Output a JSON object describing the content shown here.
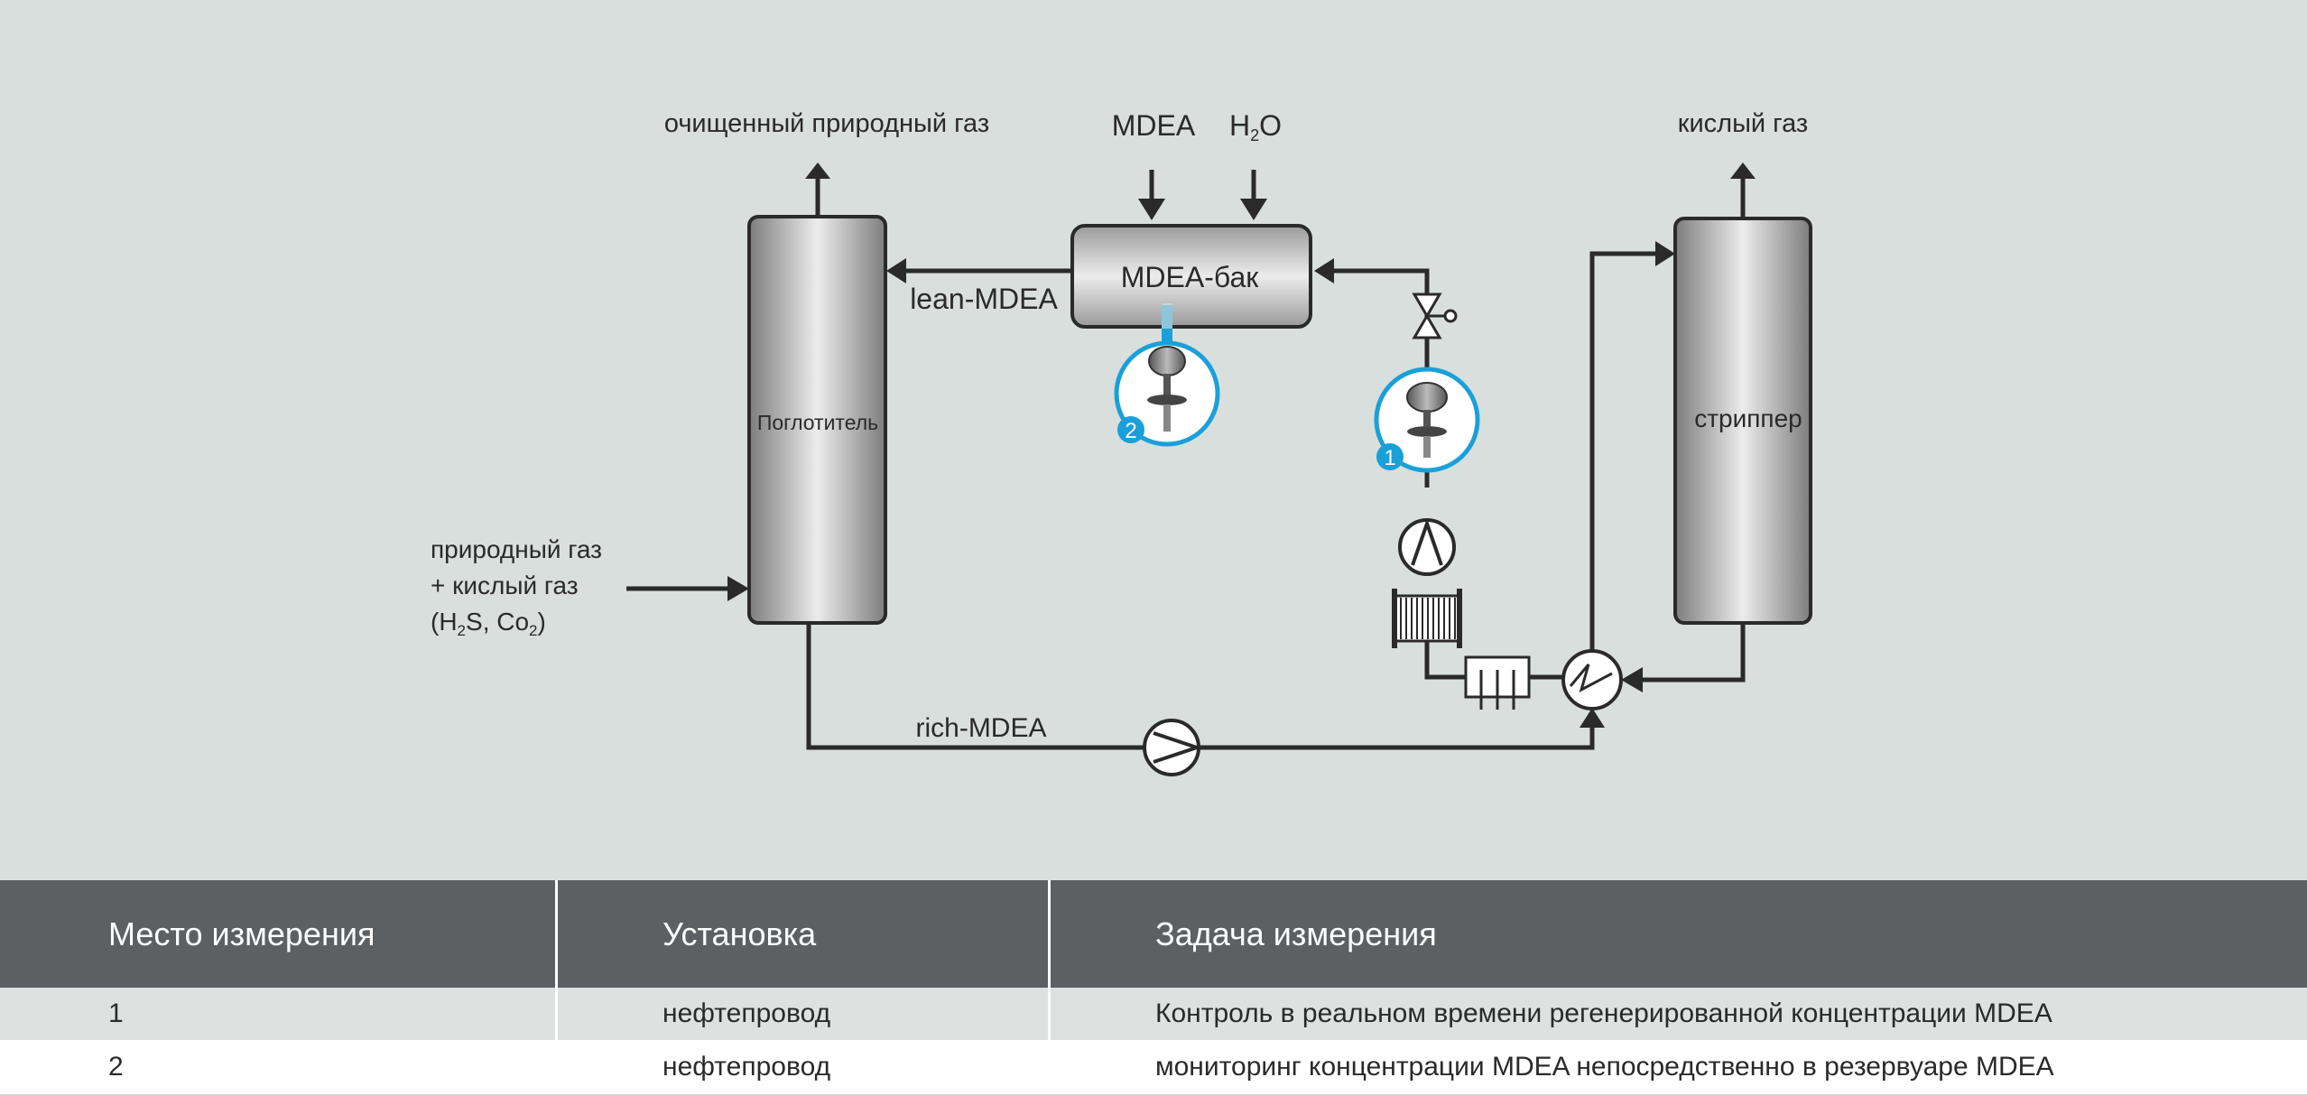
{
  "diagram": {
    "labels": {
      "clean_gas": "очищенный природный газ",
      "mdea": "MDEA",
      "h2o_base": "H",
      "h2o_sub": "2",
      "h2o_tail": "O",
      "acid_gas": "кислый газ",
      "tank": "MDEA-бак",
      "lean_mdea": "lean-MDEA",
      "absorber": "Поглотитель",
      "stripper": "стриппер",
      "feed_line1": "природный газ",
      "feed_line2": "+ кислый газ",
      "feed_line3_a": "(H",
      "feed_line3_sub1": "2",
      "feed_line3_b": "S, Co",
      "feed_line3_sub2": "2",
      "feed_line3_c": ")",
      "rich_mdea": "rich-MDEA",
      "marker_1": "1",
      "marker_2": "2"
    },
    "colors": {
      "background": "#d8dfdd",
      "line": "#2a2a2a",
      "accent": "#1aa0d8",
      "column_mid": "#e8e8e8",
      "column_edge": "#7d7d7d"
    },
    "icons": [
      "sensor-icon",
      "valve-icon",
      "pump-icon",
      "heat-exchanger-icon",
      "filter-icon",
      "cooler-icon"
    ]
  },
  "table": {
    "headers": [
      "Место измерения",
      "Установка",
      "Задача измерения"
    ],
    "rows": [
      [
        "1",
        "нефтепровод",
        "Контроль в реальном времени регенерированной концентрации MDEA"
      ],
      [
        "2",
        "нефтепровод",
        "мониторинг концентрации MDEA непосредственно в резервуаре MDEA"
      ]
    ],
    "colors": {
      "header_bg": "#5d6063",
      "header_text": "#ffffff",
      "row1_bg": "#dde2e1",
      "row2_bg": "#ffffff"
    }
  }
}
